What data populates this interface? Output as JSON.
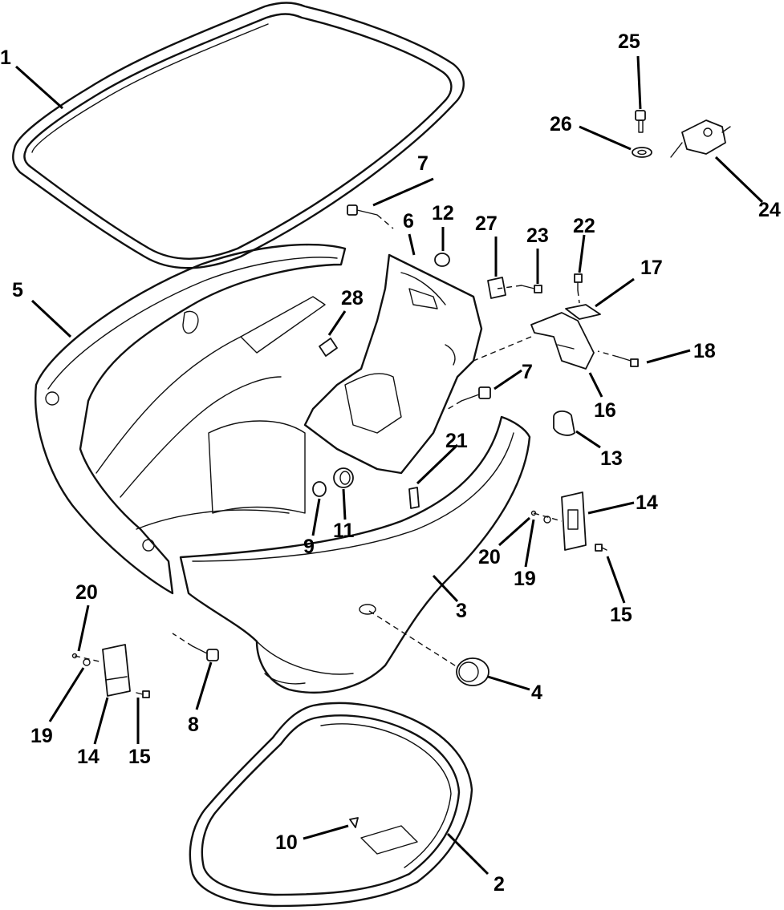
{
  "callouts": {
    "c1": "1",
    "c2": "2",
    "c3": "3",
    "c4": "4",
    "c5": "5",
    "c6": "6",
    "c7a": "7",
    "c7b": "7",
    "c8": "8",
    "c9": "9",
    "c10": "10",
    "c11": "11",
    "c12": "12",
    "c13": "13",
    "c14a": "14",
    "c14b": "14",
    "c15a": "15",
    "c15b": "15",
    "c16": "16",
    "c17": "17",
    "c18": "18",
    "c19a": "19",
    "c19b": "19",
    "c20a": "20",
    "c20b": "20",
    "c21": "21",
    "c22": "22",
    "c23": "23",
    "c24": "24",
    "c25": "25",
    "c26": "26",
    "c27": "27",
    "c28": "28"
  }
}
